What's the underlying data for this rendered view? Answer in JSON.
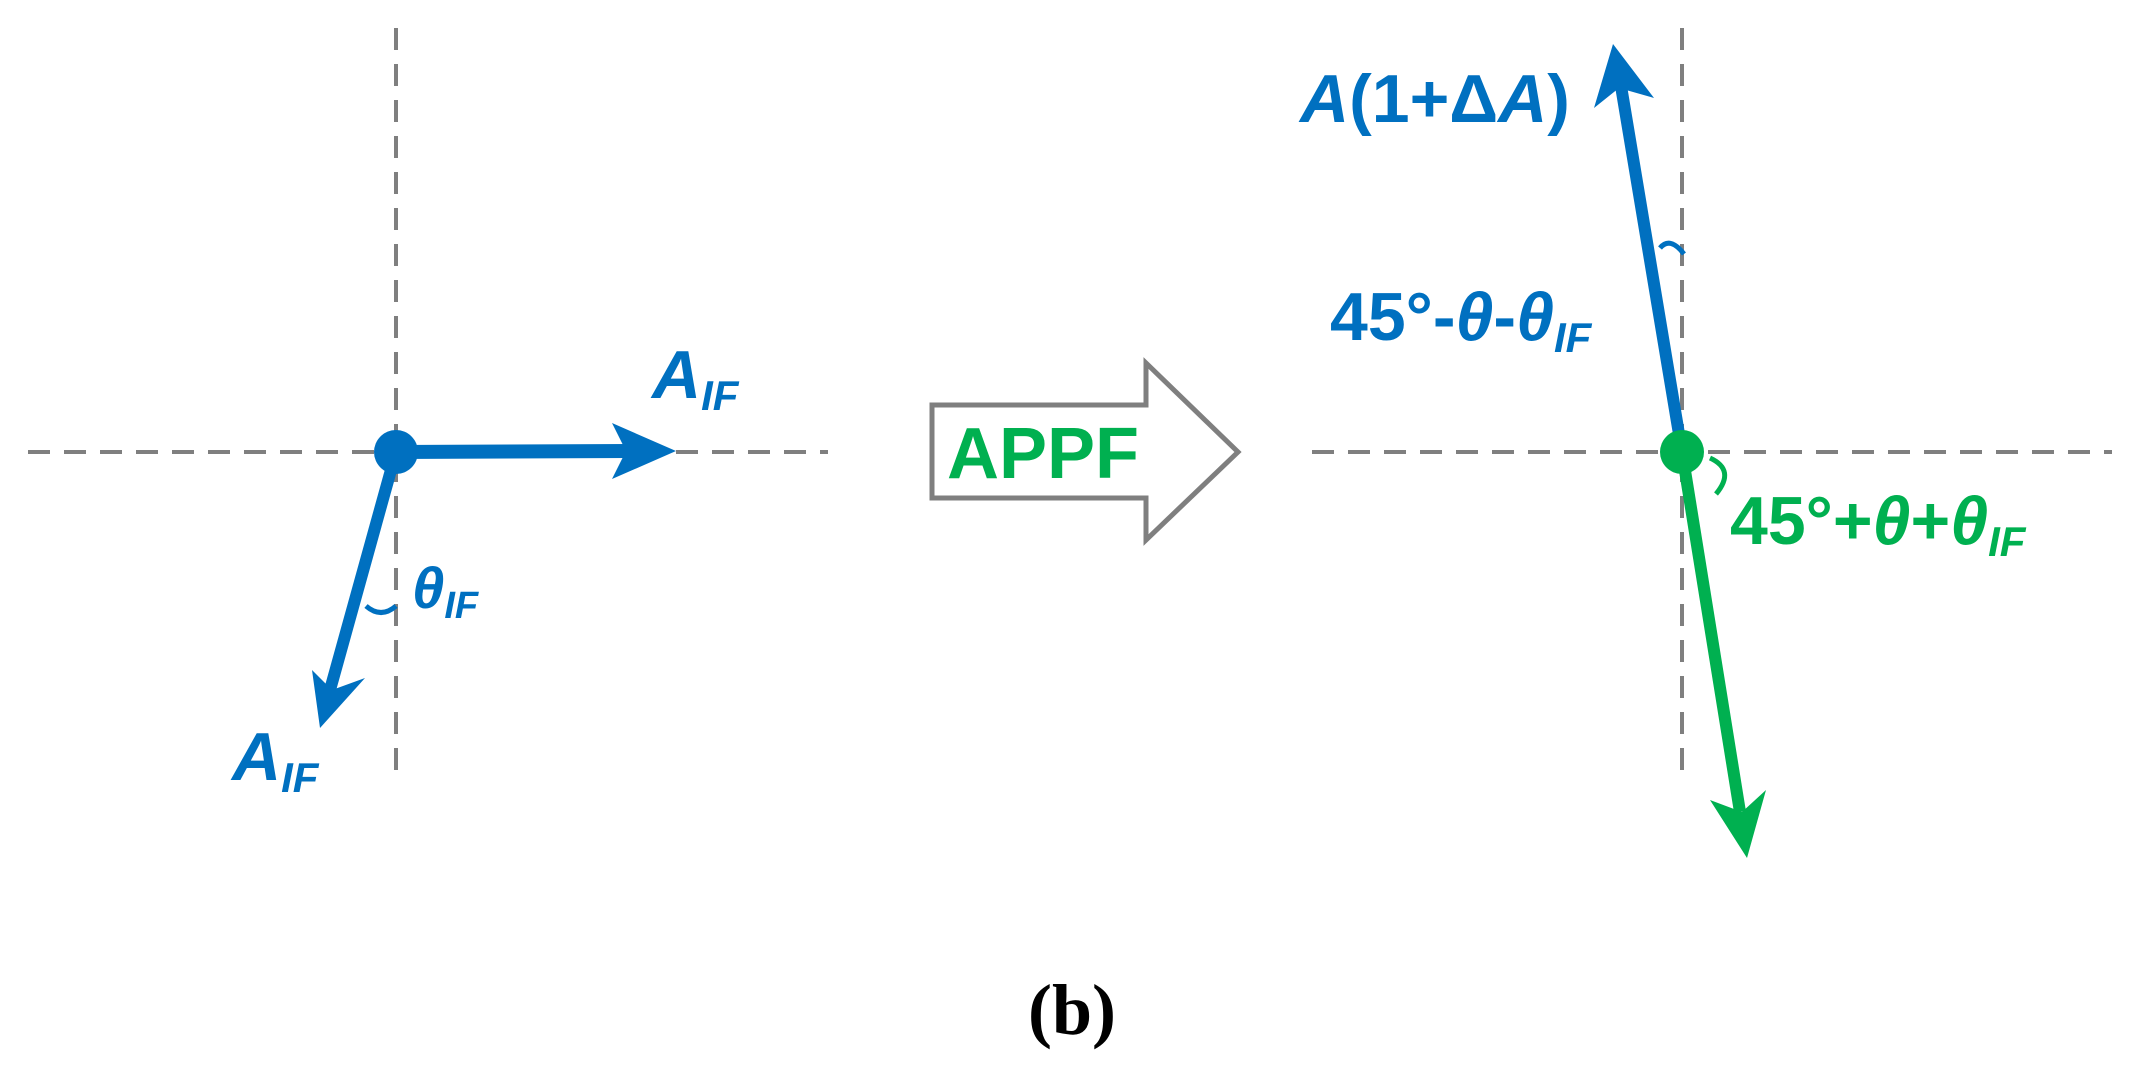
{
  "colors": {
    "blue": "#0070c0",
    "green": "#00b050",
    "gray": "#7f7f7f",
    "caption": "#000000"
  },
  "left": {
    "vector_top": {
      "main": "A",
      "sub": "IF"
    },
    "vector_bottom": {
      "main": "A",
      "sub": "IF"
    },
    "angle": {
      "main": "θ",
      "sub": "IF"
    }
  },
  "block": {
    "label": "APPF"
  },
  "right": {
    "vector_up": {
      "pre": "A",
      "mid": "(1+Δ",
      "post": "A",
      "close": ")"
    },
    "angle_up": {
      "a": "45°-",
      "b": "θ",
      "c": "-",
      "d": "θ",
      "sub": "IF"
    },
    "angle_down": {
      "a": "45°+",
      "b": "θ",
      "c": "+",
      "d": "θ",
      "sub": "IF"
    }
  },
  "caption": "(b)"
}
